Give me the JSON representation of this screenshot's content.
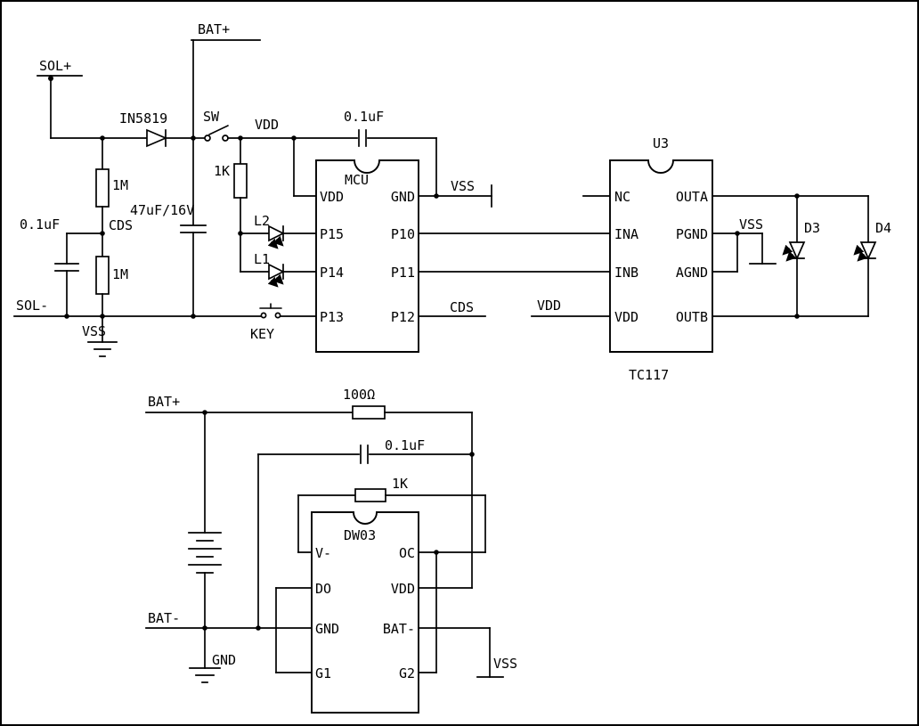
{
  "nets": {
    "sol_plus": "SOL+",
    "sol_minus": "SOL-",
    "bat_plus": "BAT+",
    "bat_minus": "BAT-",
    "vdd": "VDD",
    "vss": "VSS",
    "gnd": "GND",
    "cds": "CDS"
  },
  "labels": {
    "in5819": "IN5819",
    "sw": "SW",
    "key": "KEY",
    "r_1m": "1M",
    "r_1k": "1K",
    "r_100": "100Ω",
    "c_01uf": "0.1uF",
    "c_47uf": "47uF/16V",
    "l1": "L1",
    "l2": "L2",
    "d3": "D3",
    "d4": "D4"
  },
  "mcu": {
    "name": "MCU",
    "left_pins": [
      "VDD",
      "P15",
      "P14",
      "P13"
    ],
    "right_pins": [
      "GND",
      "P10",
      "P11",
      "P12"
    ]
  },
  "u3": {
    "ref": "U3",
    "part": "TC117",
    "left_pins": [
      "NC",
      "INA",
      "INB",
      "VDD"
    ],
    "right_pins": [
      "OUTA",
      "PGND",
      "AGND",
      "OUTB"
    ]
  },
  "protection_ic": {
    "name": "DW03",
    "left_pins": [
      "V-",
      "DO",
      "GND",
      "G1"
    ],
    "right_pins": [
      "OC",
      "VDD",
      "BAT-",
      "G2"
    ]
  }
}
